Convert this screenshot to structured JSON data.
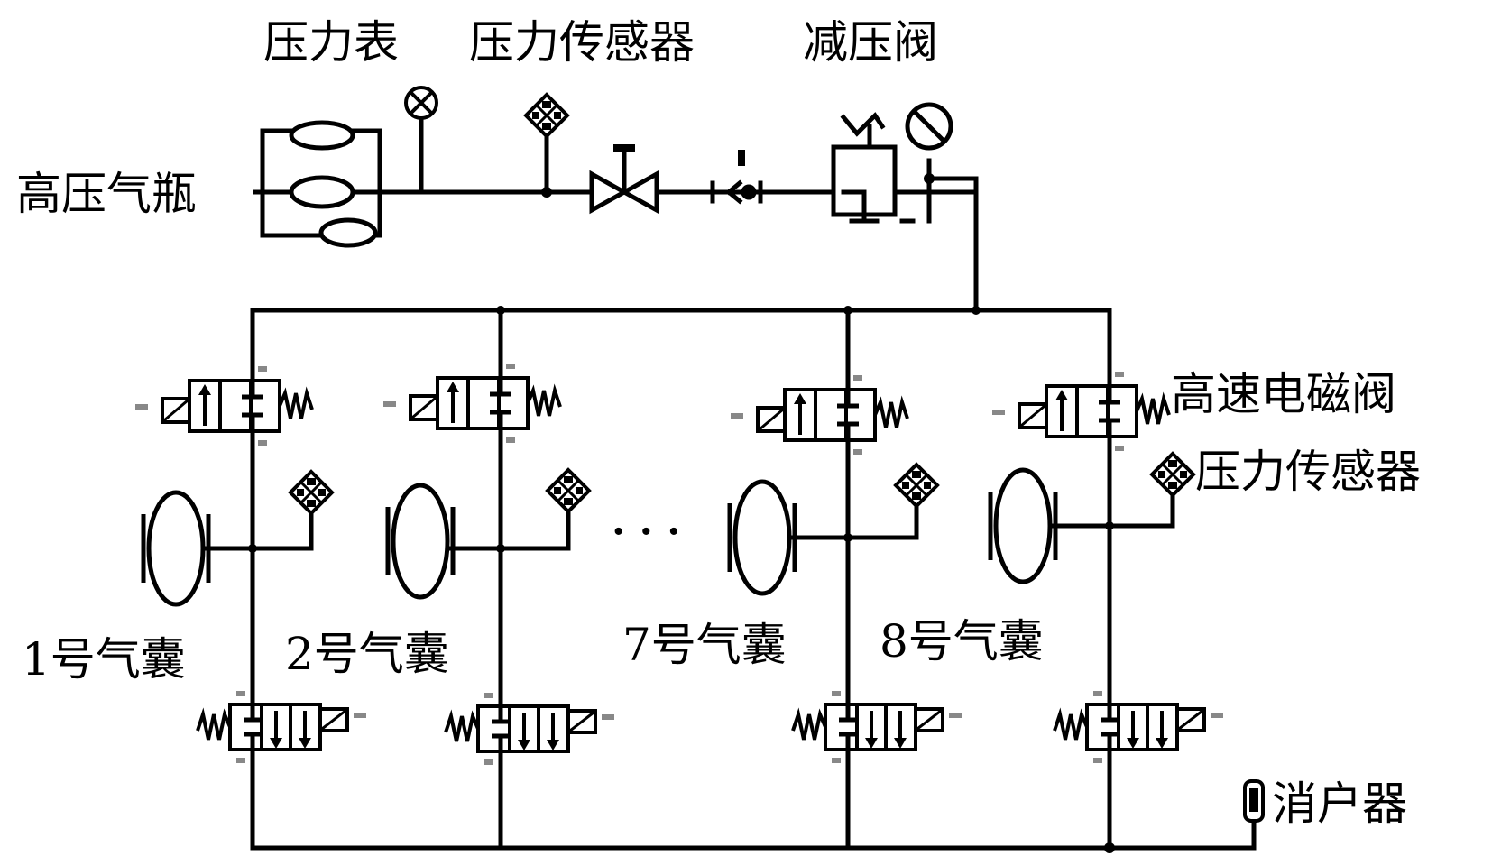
{
  "labels": {
    "pressure_gauge": "压力表",
    "pressure_sensor_top": "压力传感器",
    "reducing_valve": "减压阀",
    "hp_bottle": "高压气瓶",
    "hs_solenoid_valve": "高速电磁阀",
    "pressure_sensor_right": "压力传感器",
    "airbag_1": "1号气囊",
    "airbag_2": "2号气囊",
    "airbag_7": "7号气囊",
    "airbag_8": "8号气囊",
    "muffler": "消户器"
  },
  "ellipsis": "· · ·",
  "colors": {
    "line": "#000000",
    "background": "#ffffff"
  }
}
